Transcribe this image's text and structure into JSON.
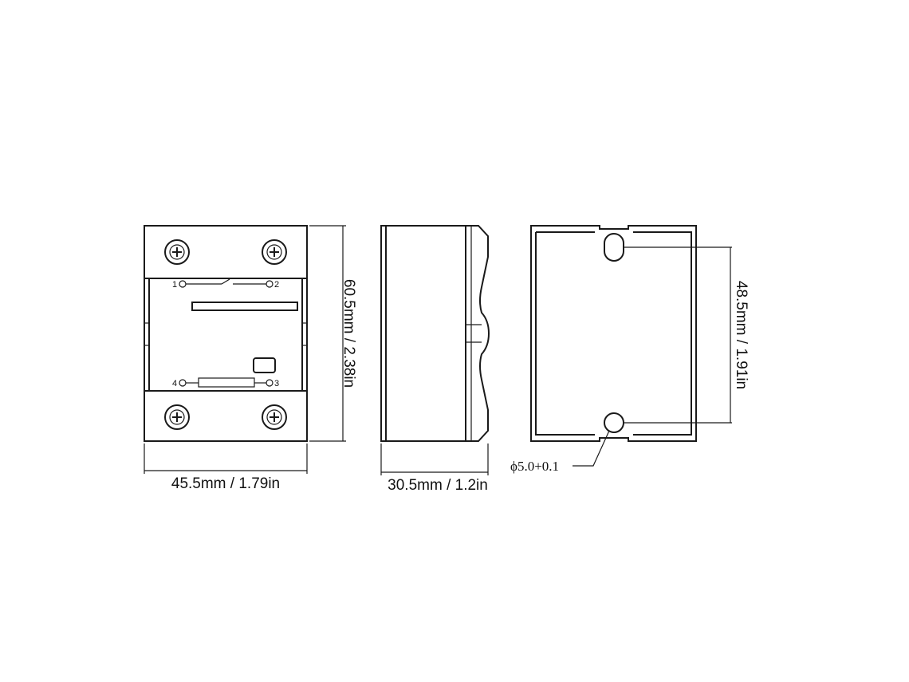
{
  "front_view": {
    "terminals": {
      "t1": "1",
      "t2": "2",
      "t3": "3",
      "t4": "4"
    }
  },
  "dimensions": {
    "front_width": "45.5mm / 1.79in",
    "front_height": "60.5mm / 2.38in",
    "side_depth": "30.5mm / 1.2in",
    "hole_spacing": "48.5mm / 1.91in",
    "hole_diameter": "ϕ5.0+0.1"
  }
}
